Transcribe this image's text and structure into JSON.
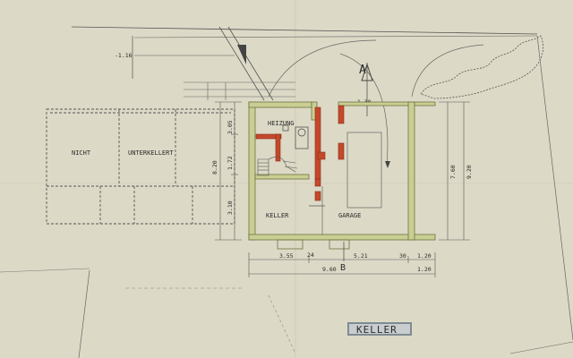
{
  "sheet_title": "KELLER",
  "rooms": {
    "heizung": "HEIZUNG",
    "keller": "KELLER",
    "garage": "GARAGE",
    "nicht": "NICHT",
    "unterkellert": "UNTERKELLERT"
  },
  "section_marks": {
    "a": "A",
    "b": "B"
  },
  "dimensions": {
    "level_top_left": "-1.16",
    "level_top_mid": "-1.30",
    "d_8_20": "8.20",
    "d_3_05": "3.05",
    "d_1_72": "1.72",
    "d_3_10": "3.10",
    "d_7_60": "7.60",
    "d_9_20": "9.20",
    "d_3_55": "3.55",
    "d_24": "24",
    "d_5_21": "5.21",
    "d_30": "30",
    "d_1_20a": "1.20",
    "d_9_60": "9.60",
    "d_1_20b": "1.20"
  },
  "colors": {
    "paper": "#dcd9c6",
    "wall_fill": "#c9cf92",
    "wall_stroke": "#6f7242",
    "wall_red": "#c4492a",
    "ink": "#2c2c2c",
    "title_box": "#7f8b93"
  }
}
